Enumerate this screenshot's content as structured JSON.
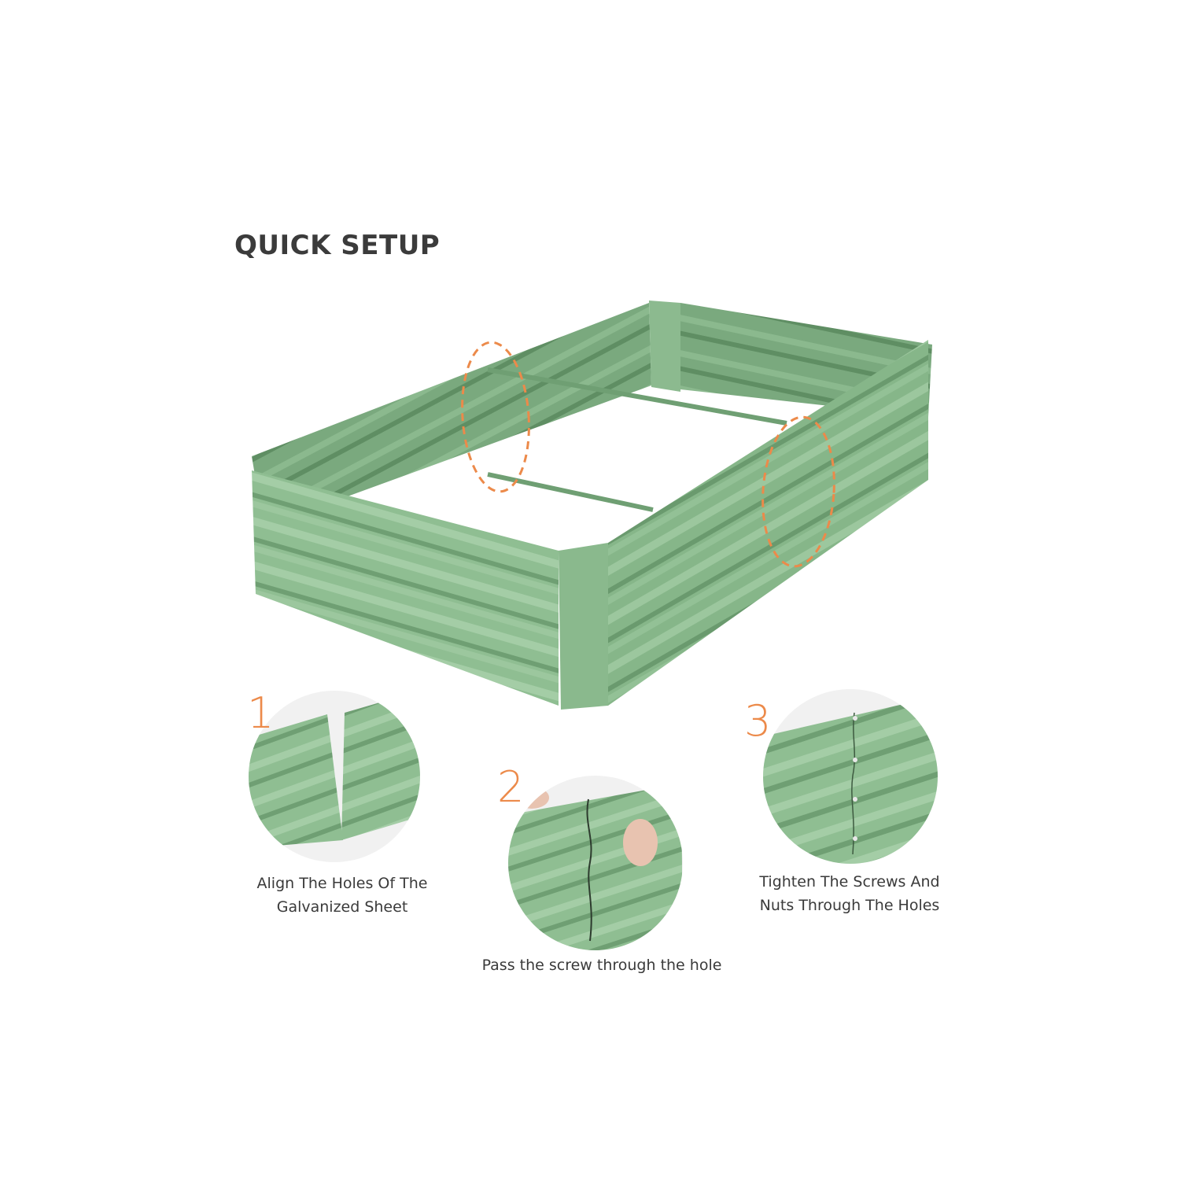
{
  "page": {
    "title": "QUICK SETUP"
  },
  "colors": {
    "accent_orange": "#ec8a4a",
    "panel_green": "#8bb98e",
    "panel_green_dark": "#6f9f73",
    "panel_green_light": "#a3cba5",
    "text": "#3a3a3a",
    "circle_bg": "#f1f1f1"
  },
  "hero": {
    "subject": "raised-garden-bed-illustration",
    "callouts": 2
  },
  "steps": [
    {
      "number": "1",
      "caption_line1": "Align The Holes Of The",
      "caption_line2": "Galvanized Sheet"
    },
    {
      "number": "2",
      "caption_line1": "Pass the screw through the hole",
      "caption_line2": ""
    },
    {
      "number": "3",
      "caption_line1": "Tighten The Screws And",
      "caption_line2": "Nuts Through The Holes"
    }
  ]
}
